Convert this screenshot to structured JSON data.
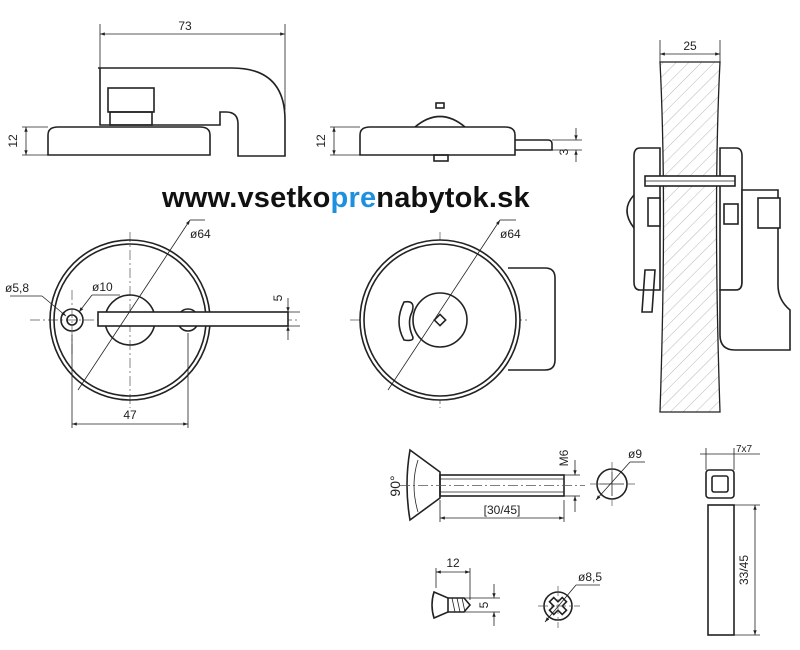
{
  "brand": {
    "prefix": "www.vsetko",
    "highlight": "pre",
    "suffix": "nabytok.sk",
    "highlight_color": "#1e90e0",
    "text_color": "#111111"
  },
  "dimensions": {
    "handle_width": "73",
    "handle_height": "12",
    "indicator_height": "12",
    "indicator_tab": "3",
    "door_thickness": "25",
    "rosette_diameter_left": "ø64",
    "hole_small": "ø5,8",
    "hole_large": "ø10",
    "slot_width": "5",
    "hole_spacing": "47",
    "rosette_diameter_right": "ø64",
    "screw_angle": "90°",
    "screw_thread": "M6",
    "screw_length": "[30/45]",
    "screw_head": "ø9",
    "square_spindle": "7x7",
    "spindle_length": "33/45",
    "wood_screw_length": "12",
    "wood_screw_dia": "5",
    "wood_screw_head": "ø8,5"
  }
}
